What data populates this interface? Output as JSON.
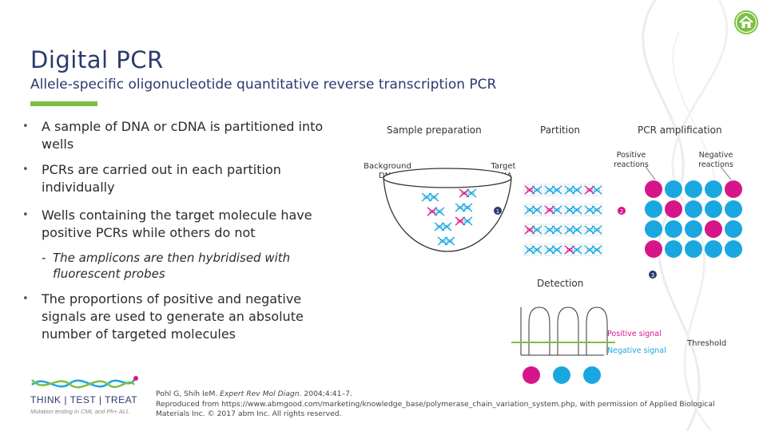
{
  "title": "Digital PCR",
  "subtitle": "Allele-specific oligonucleotide quantitative reverse transcription PCR",
  "bullets": [
    "A sample of DNA or cDNA is partitioned into wells",
    "PCRs are carried out in each partition individually",
    "Wells containing the target molecule have positive PCRs while others do not",
    "The proportions of positive and negative signals are used to generate an absolute number of targeted molecules"
  ],
  "sub_bullet": "The amplicons are then hybridised with fluorescent probes",
  "diagram": {
    "sample_preparation": "Sample preparation",
    "partition": "Partition",
    "pcr_amplification": "PCR amplification",
    "background_dna": "Background DNA",
    "target_dna": "Target DNA",
    "positive_reactions": "Positive reactions",
    "negative_reactions": "Negative reactions",
    "detection": "Detection",
    "positive_signal": "Positive signal",
    "negative_signal": "Negative signal",
    "threshold": "Threshold",
    "step1": "1",
    "step2": "2",
    "step3": "3",
    "colors": {
      "positive": "#d6158a",
      "negative": "#1aa7e0",
      "accent": "#7bc043",
      "title": "#2a3a6e"
    }
  },
  "logo": {
    "name": "THINK | TEST | TREAT",
    "tagline": "Mutation testing in CML and Ph+ ALL"
  },
  "reference": {
    "authors": "Pohl G, Shih IeM.",
    "journal": "Expert Rev Mol Diagn",
    "citation": ". 2004;4:41–7.",
    "line2": "Reproduced from https://www.abmgood.com/marketing/knowledge_base/polymerase_chain_variation_system.php, with permission of Applied Biological Materials Inc. © 2017 abm Inc. All rights reserved."
  },
  "icons": {
    "home": "home-icon"
  }
}
